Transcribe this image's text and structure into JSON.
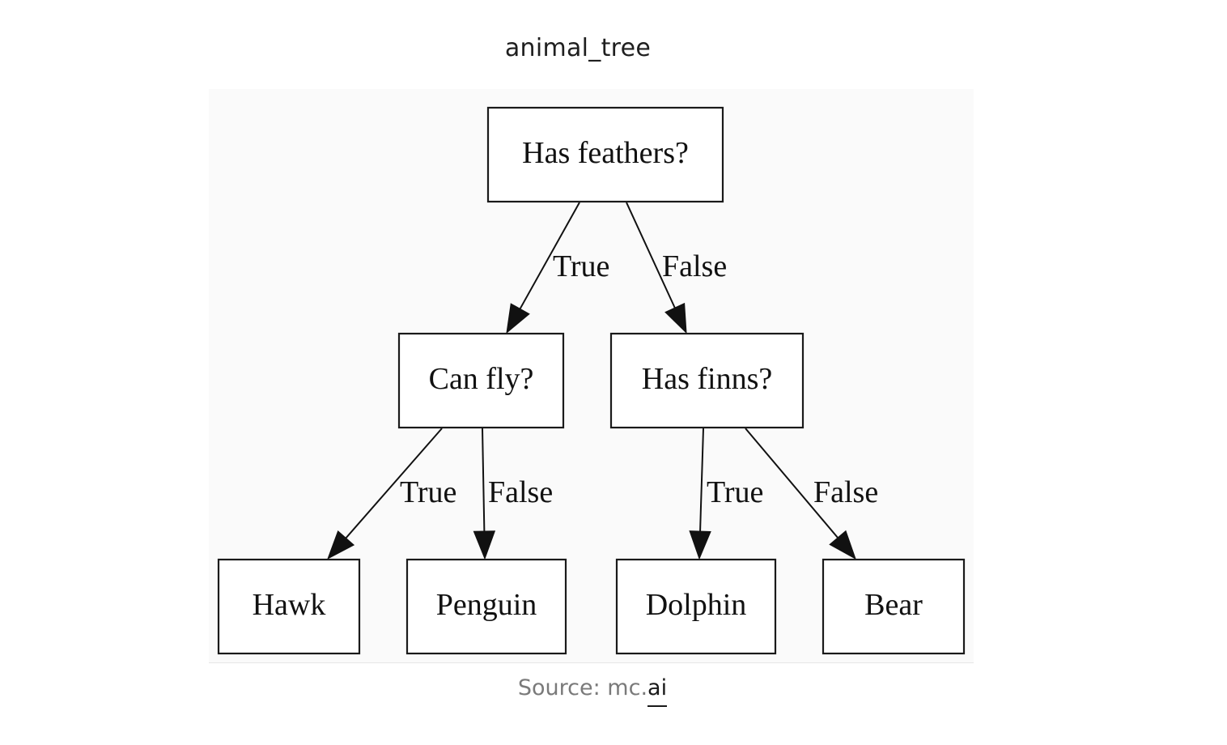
{
  "title": "animal_tree",
  "caption": {
    "prefix": "Source: mc.",
    "link_text": "ai"
  },
  "tree": {
    "nodes": [
      {
        "id": "n0",
        "label": "Has feathers?"
      },
      {
        "id": "n1",
        "label": "Can fly?"
      },
      {
        "id": "n2",
        "label": "Has finns?"
      },
      {
        "id": "n3",
        "label": "Hawk"
      },
      {
        "id": "n4",
        "label": "Penguin"
      },
      {
        "id": "n5",
        "label": "Dolphin"
      },
      {
        "id": "n6",
        "label": "Bear"
      }
    ],
    "edges": [
      {
        "from": "n0",
        "to": "n1",
        "label": "True"
      },
      {
        "from": "n0",
        "to": "n2",
        "label": "False"
      },
      {
        "from": "n1",
        "to": "n3",
        "label": "True"
      },
      {
        "from": "n1",
        "to": "n4",
        "label": "False"
      },
      {
        "from": "n2",
        "to": "n5",
        "label": "True"
      },
      {
        "from": "n2",
        "to": "n6",
        "label": "False"
      }
    ]
  }
}
